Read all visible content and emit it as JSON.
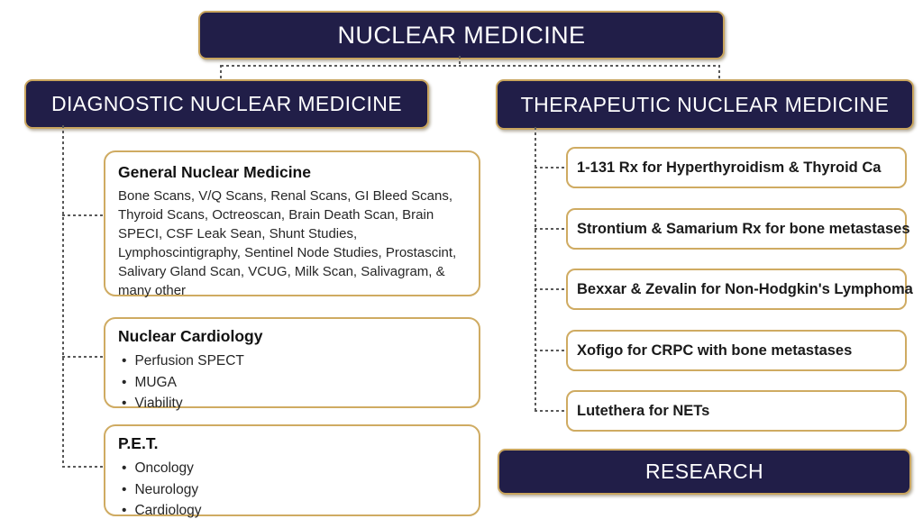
{
  "root": {
    "label": "NUCLEAR MEDICINE"
  },
  "diagnostic": {
    "label": "DIAGNOSTIC NUCLEAR MEDICINE",
    "general": {
      "title": "General Nuclear Medicine",
      "body": "Bone Scans, V/Q Scans, Renal Scans, GI Bleed Scans, Thyroid Scans, Octreoscan, Brain Death Scan, Brain SPECI, CSF Leak Sean, Shunt Studies, Lymphoscintigraphy, Sentinel Node Studies, Prostascint, Salivary Gland Scan, VCUG, Milk Scan, Salivagram, & many other"
    },
    "cardiology": {
      "title": "Nuclear Cardiology",
      "items": [
        "Perfusion SPECT",
        "MUGA",
        "Viability"
      ]
    },
    "pet": {
      "title": "P.E.T.",
      "items": [
        "Oncology",
        "Neurology",
        "Cardiology"
      ]
    }
  },
  "therapeutic": {
    "label": "THERAPEUTIC NUCLEAR MEDICINE",
    "items": [
      "1-131 Rx for Hyperthyroidism  & Thyroid Ca",
      "Strontium  & Samarium  Rx for bone metastases",
      "Bexxar & Zevalin for Non-Hodgkin's  Lymphoma",
      "Xofigo for CRPC with bone metastases",
      "Lutethera for NETs"
    ]
  },
  "research": {
    "label": "RESEARCH"
  },
  "colors": {
    "navy": "#211e48",
    "gold_border": "#cfab62",
    "connector_gray": "#595959",
    "text_dark": "#1a1a1a",
    "text_white": "#ffffff"
  }
}
